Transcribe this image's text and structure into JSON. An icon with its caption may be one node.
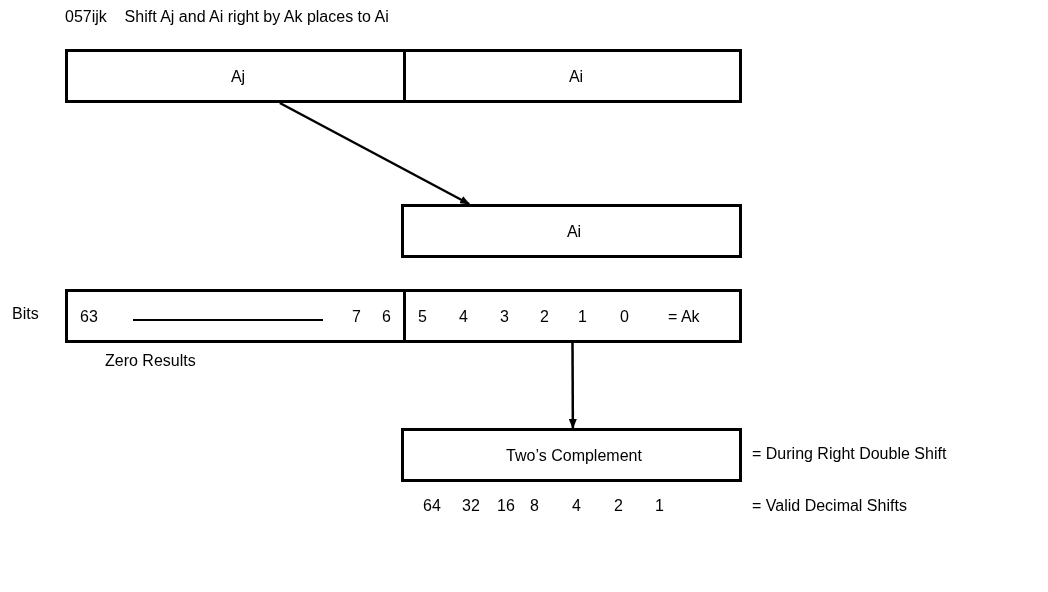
{
  "diagram": {
    "title": "057ijk    Shift Aj and Ai right by Ak places to Ai",
    "nodes": [
      {
        "text": [
          "Aj"
        ]
      },
      {
        "text": [
          "Ai"
        ]
      },
      {
        "text": [
          "Ai"
        ]
      },
      {
        "text": [
          "63",
          "7",
          "6"
        ],
        "beside": [
          "Zero Results"
        ]
      },
      {
        "text": [
          "5",
          "4",
          "3",
          "2",
          "1",
          "0",
          "= Ak"
        ]
      },
      {
        "text": [
          "Two’s Complement"
        ],
        "beside": [
          "= During Right Double Shift"
        ]
      }
    ],
    "edges": [
      {
        "from": 0,
        "to": 2,
        "arrow": "to"
      },
      {
        "from": 4,
        "to": 5,
        "arrow": "to"
      }
    ],
    "labels": [
      "Bits",
      "64",
      "32",
      "16",
      "8",
      "4",
      "2",
      "1",
      "= Valid Decimal Shifts"
    ]
  }
}
